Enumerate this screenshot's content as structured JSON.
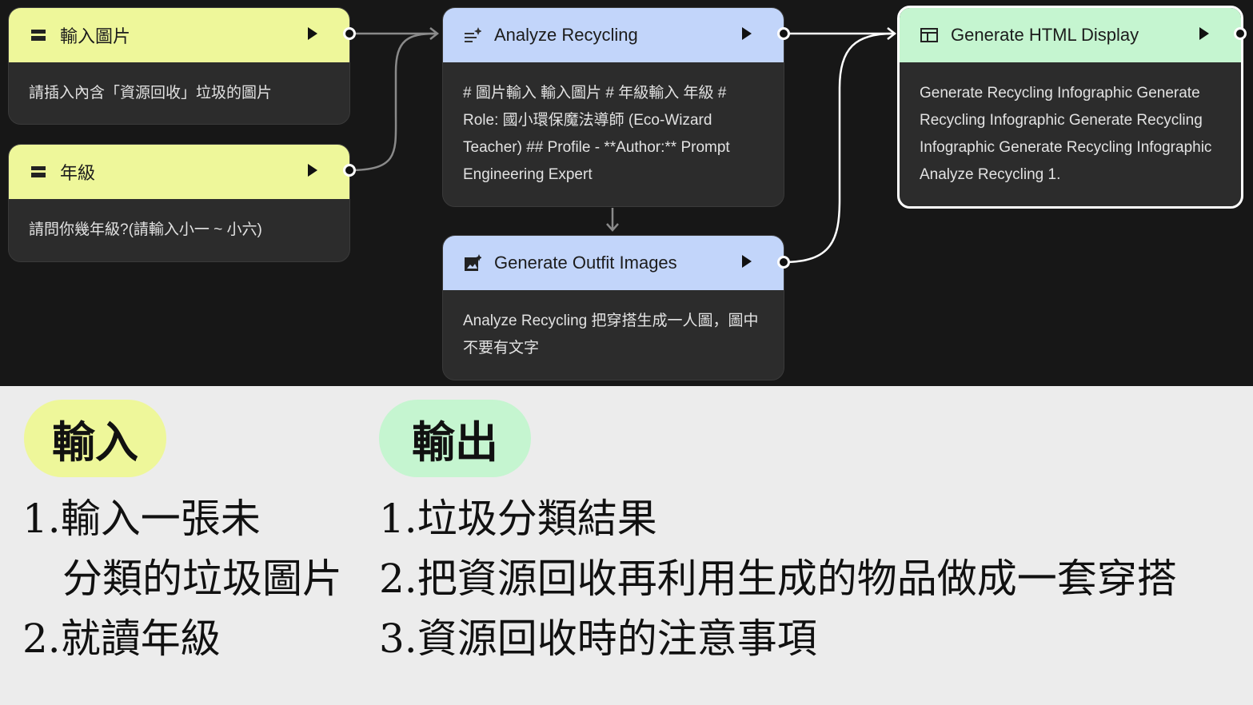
{
  "nodes": {
    "input_image": {
      "title": "輸入圖片",
      "body": "請插入內含「資源回收」垃圾的圖片",
      "icon": "input-icon"
    },
    "grade": {
      "title": "年級",
      "body": "請問你幾年級?(請輸入小一 ~ 小六)",
      "icon": "input-icon"
    },
    "analyze": {
      "title": "Analyze Recycling",
      "body": "# 圖片輸入 輸入圖片 # 年級輸入 年級 # Role: 國小環保魔法導師 (Eco-Wizard Teacher) ## Profile - **Author:** Prompt Engineering Expert",
      "icon": "sparkle-text-icon"
    },
    "outfit": {
      "title": "Generate Outfit Images",
      "body": "Analyze Recycling 把穿搭生成一人圖，圖中不要有文字",
      "icon": "image-sparkle-icon"
    },
    "html_display": {
      "title": "Generate HTML Display",
      "body": "Generate Recycling Infographic Generate Recycling Infographic Generate Recycling Infographic Generate Recycling Infographic Analyze Recycling 1.",
      "icon": "window-icon"
    }
  },
  "legend": {
    "input_label": "輸入",
    "output_label": "輸出",
    "input_lines": [
      "1.輸入一張未",
      "　分類的垃圾圖片",
      "2.就讀年級"
    ],
    "output_lines": [
      "1.垃圾分類結果",
      "2.把資源回收再利用生成的物品做成一套穿搭",
      "3.資源回收時的注意事項"
    ]
  },
  "colors": {
    "input_header": "#eef79a",
    "model_header": "#c2d5fa",
    "output_header": "#c5f5d0",
    "canvas": "#171717"
  }
}
